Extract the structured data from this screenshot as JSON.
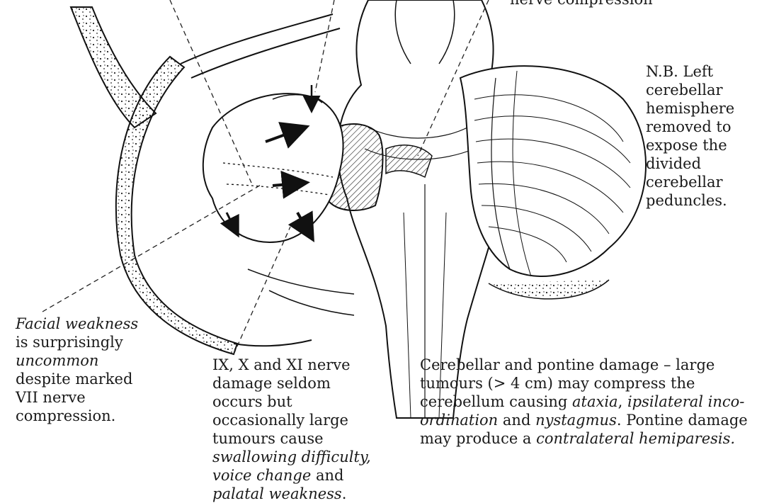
{
  "notes": {
    "nb": {
      "prefix": "N.B.",
      "text": "Left cerebellar hemisphere removed to expose the divided cerebellar peduncles."
    },
    "facial": {
      "italic1": "Facial weakness",
      "text1": " is surprisingly ",
      "italic2": "uncommon",
      "text2": " despite marked VII nerve compression."
    },
    "ix": {
      "text1": "IX, X and XI nerve damage seldom occurs but occasionally large tumours cause ",
      "italic1": "swallowing difficulty,",
      "text2": " ",
      "italic2": "voice change",
      "text3": " and ",
      "italic3": "palatal weakness",
      "text4": "."
    },
    "cb": {
      "text1": "Cerebellar and pontine damage – large tumours (> 4 cm) may compress the cerebellum causing ",
      "italic1": "ataxia",
      "text2": ", ",
      "italic2": "ipsilateral inco-ordination",
      "text3": " and ",
      "italic3": "nystagmus",
      "text4": ". Pontine damage may produce a ",
      "italic4": "contralateral hemiparesis.",
      "text5": ""
    }
  },
  "top_fragment": "nerve compression"
}
